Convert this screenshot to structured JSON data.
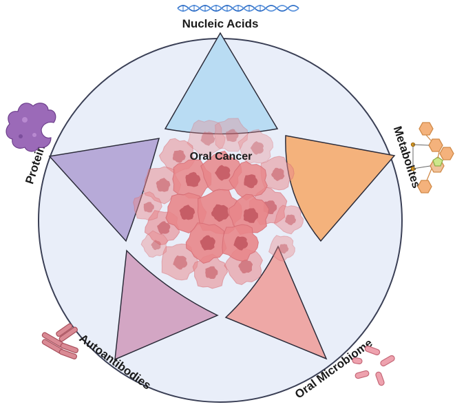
{
  "center_label": "Oral Cancer",
  "segments": [
    {
      "label": "Nucleic Acids",
      "color": "#b9dcf3",
      "icon": "dna-helix-icon"
    },
    {
      "label": "Metabolites",
      "color": "#f4b27c",
      "icon": "molecule-icon"
    },
    {
      "label": "Oral Microbiome",
      "color": "#eea8a6",
      "icon": "bacteria-icon"
    },
    {
      "label": "Autoantibodies",
      "color": "#d3a6c4",
      "icon": "antibody-icon"
    },
    {
      "label": "Proteins",
      "color": "#b7aad8",
      "icon": "protein-icon"
    }
  ],
  "colors": {
    "circle_fill": "#e9eef9",
    "circle_stroke": "#3a3f55",
    "cancer_cells": "#e8868a",
    "cell_nucleus": "#c65d66"
  }
}
